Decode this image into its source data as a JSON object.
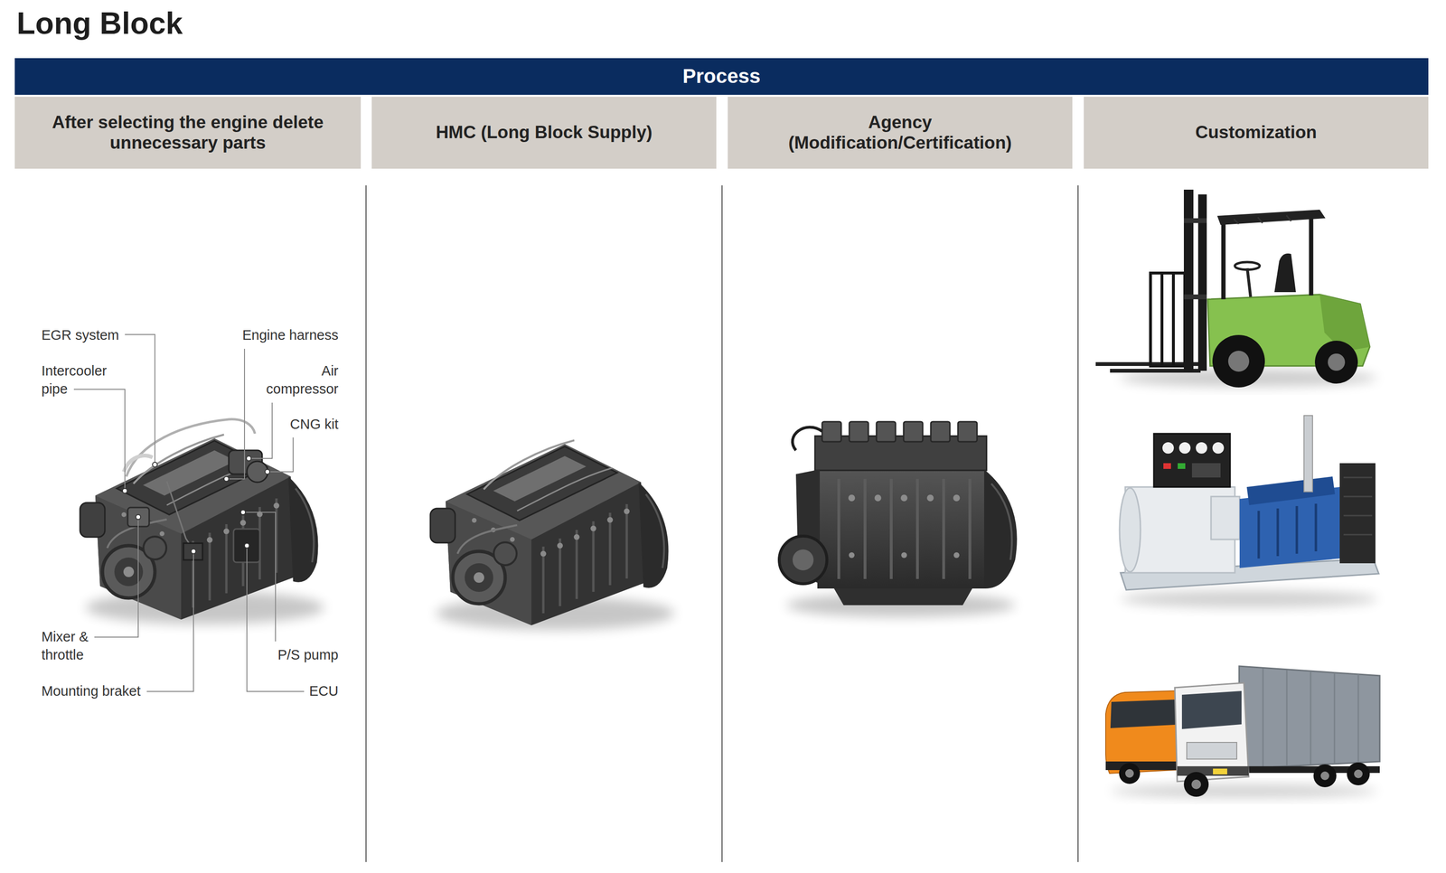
{
  "diagram": {
    "title": "Long Block",
    "nodes": [
      {
        "text": [
          "Process"
        ]
      },
      {
        "text": [
          "After selecting the engine delete unnecessary parts"
        ]
      },
      {
        "text": [
          "HMC (Long Block Supply)"
        ]
      },
      {
        "text": [
          "Agency (Modification/Certification)"
        ]
      },
      {
        "text": [
          "Customization"
        ]
      }
    ],
    "labels": [
      "EGR system",
      "Engine harness",
      "Intercooler pipe",
      "Air compressor",
      "CNG kit",
      "Mixer & throttle",
      "P/S pump",
      "Mounting braket",
      "ECU"
    ]
  }
}
